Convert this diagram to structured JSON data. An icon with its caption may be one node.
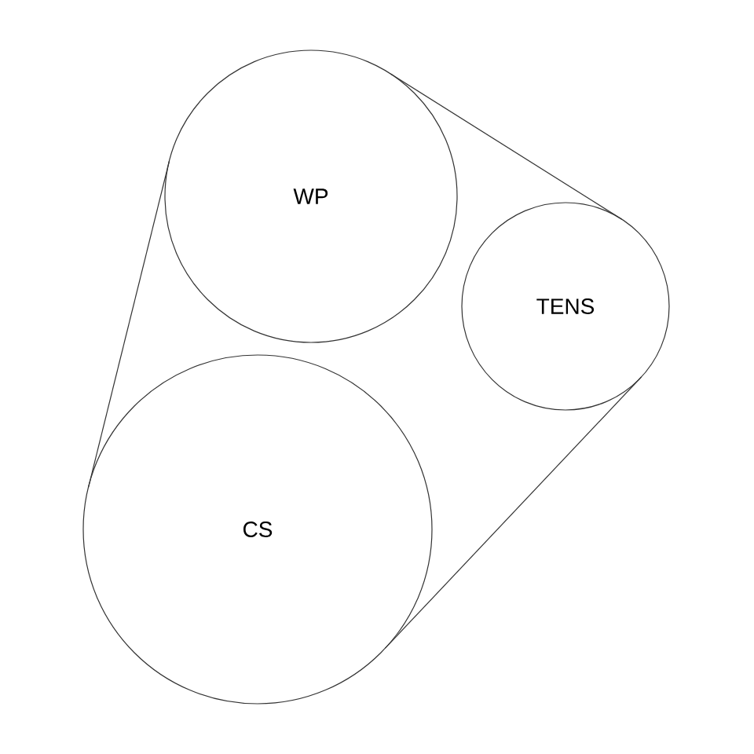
{
  "diagram": {
    "nodes": [
      {
        "text": [
          "WP"
        ]
      },
      {
        "text": [
          "TENS"
        ]
      },
      {
        "text": [
          "CS"
        ]
      }
    ],
    "edges": [
      {
        "from": 0,
        "to": 1,
        "arrow": "none"
      },
      {
        "from": 1,
        "to": 2,
        "arrow": "none"
      },
      {
        "from": 2,
        "to": 0,
        "arrow": "none"
      }
    ]
  }
}
